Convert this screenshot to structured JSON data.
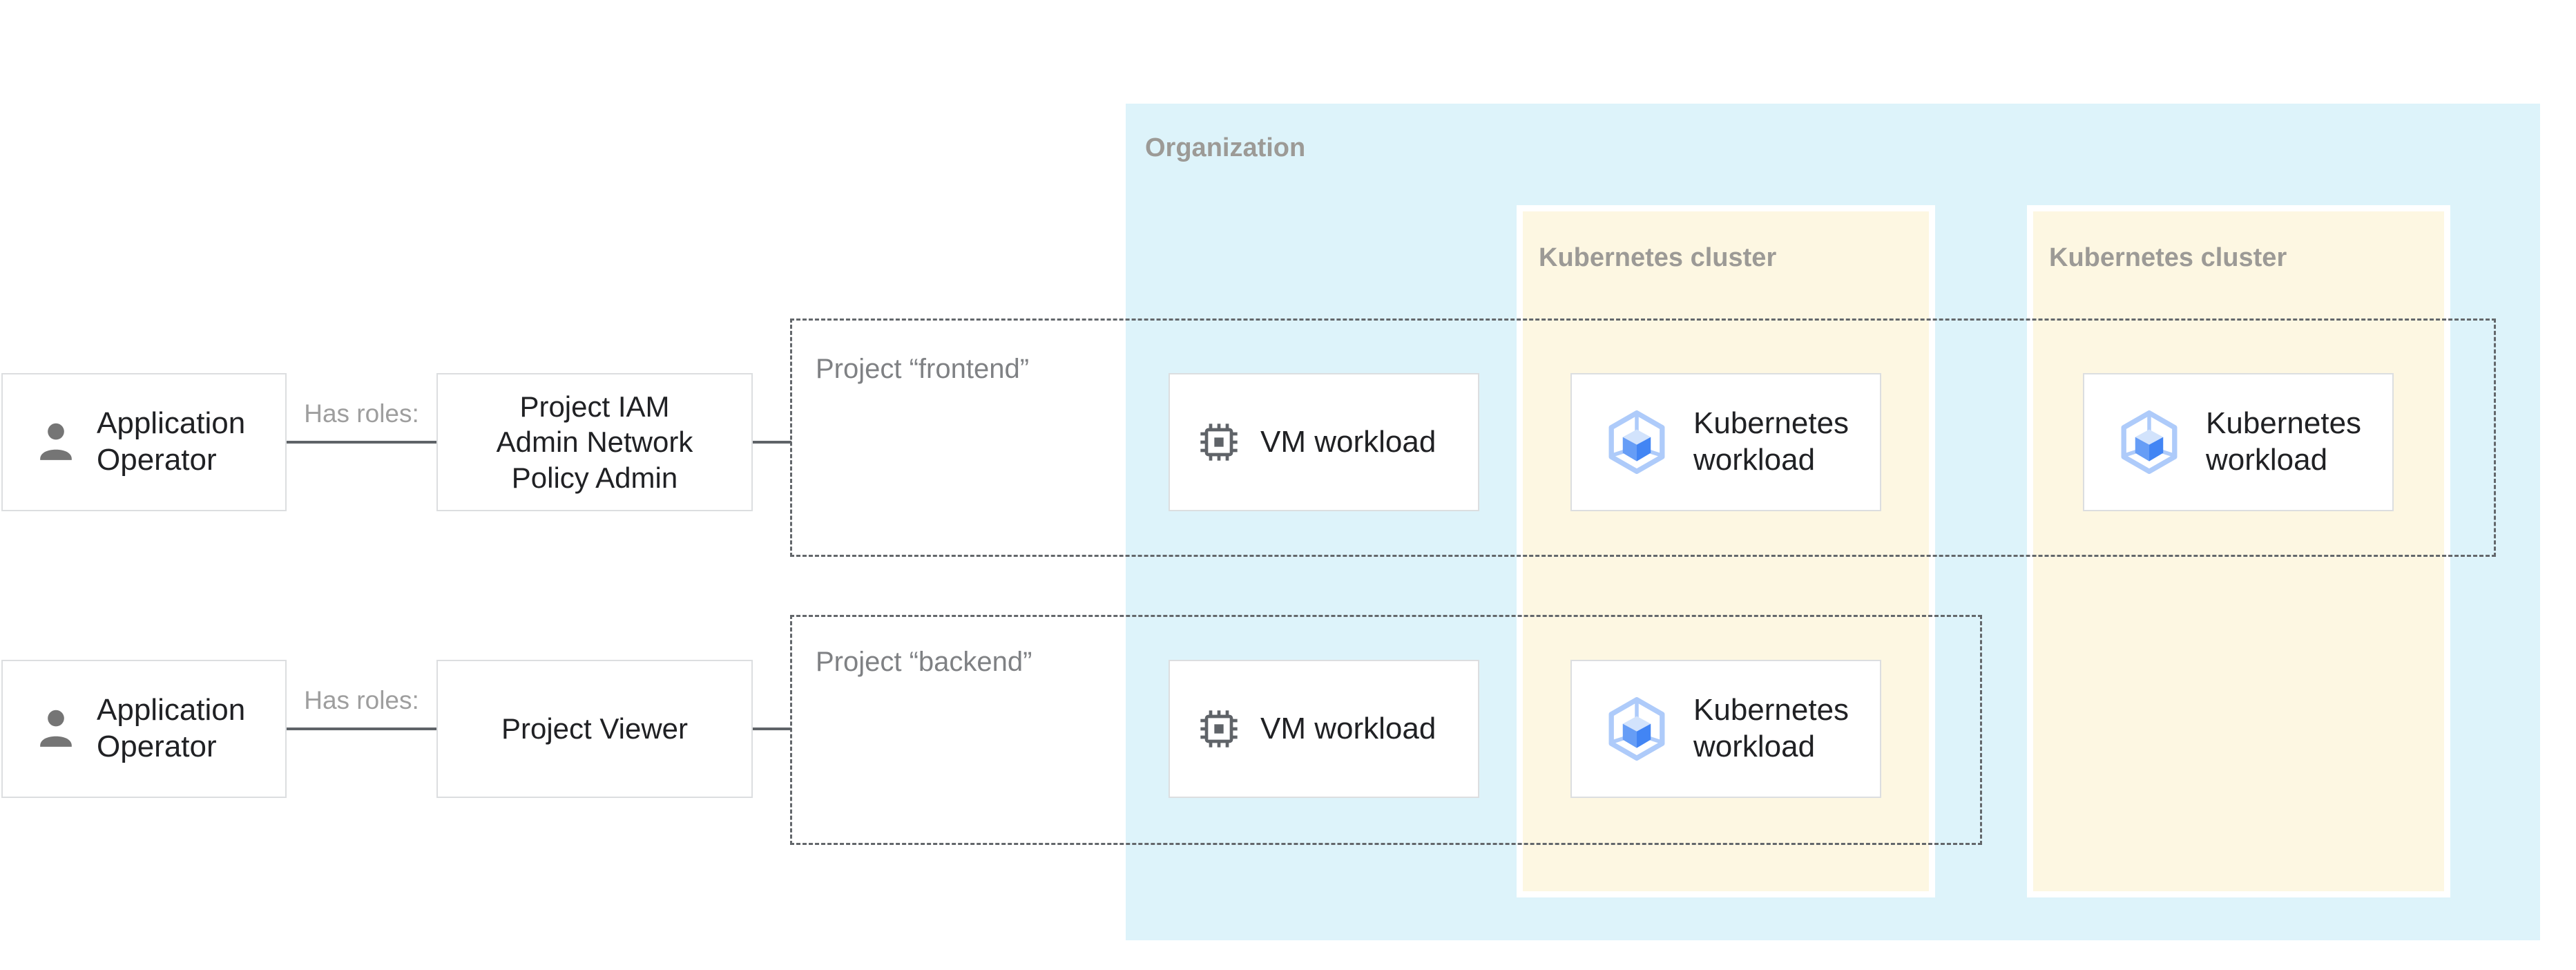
{
  "colors": {
    "organization_bg": "#ddf3fa",
    "cluster_bg": "#fdf7e2",
    "box_border": "#dcdee0",
    "dashed_border": "#63676b",
    "connector": "#5f6368",
    "region_label_gray": "#9c9a96",
    "project_label_gray": "#7f8184",
    "text_dark": "#202124",
    "person_icon_gray": "#757575",
    "chip_icon_gray": "#5f6368",
    "k8s_hexagon": "#aecbfa",
    "k8s_cube_top": "#d2e3fc",
    "k8s_cube_left": "#669df6",
    "k8s_cube_right": "#4285f4"
  },
  "organization": {
    "label": "Organization"
  },
  "clusters": [
    {
      "label": "Kubernetes cluster"
    },
    {
      "label": "Kubernetes cluster"
    }
  ],
  "projects": [
    {
      "label": "Project “frontend”"
    },
    {
      "label": "Project “backend”"
    }
  ],
  "actors": [
    {
      "name_lines": [
        "Application",
        "Operator"
      ],
      "relation": "Has roles:",
      "role_lines": [
        "Project IAM",
        "Admin Network",
        "Policy Admin"
      ]
    },
    {
      "name_lines": [
        "Application",
        "Operator"
      ],
      "relation": "Has roles:",
      "role_lines": [
        "Project Viewer"
      ]
    }
  ],
  "workloads": {
    "vm_frontend": {
      "label": "VM workload"
    },
    "vm_backend": {
      "label": "VM workload"
    },
    "k8s_frontend_cluster1": {
      "lines": [
        "Kubernetes",
        "workload"
      ]
    },
    "k8s_frontend_cluster2": {
      "lines": [
        "Kubernetes",
        "workload"
      ]
    },
    "k8s_backend_cluster1": {
      "lines": [
        "Kubernetes",
        "workload"
      ]
    }
  }
}
